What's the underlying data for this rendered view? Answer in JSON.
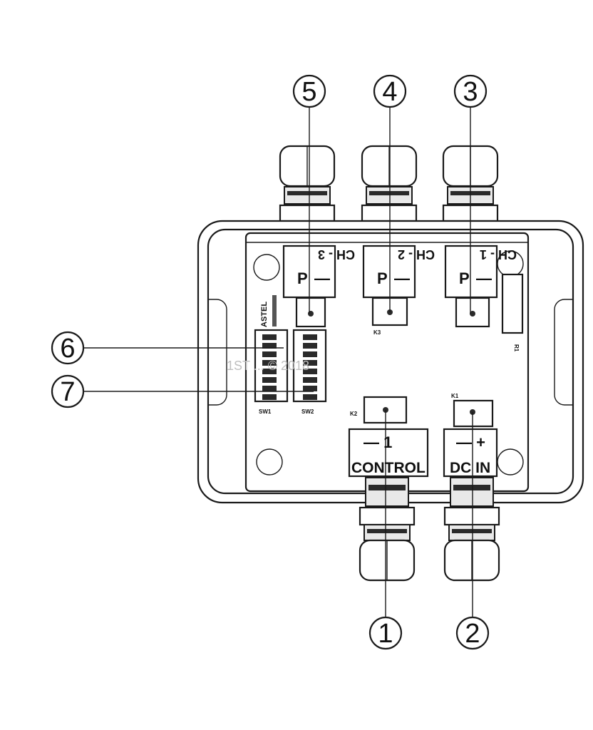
{
  "callouts": [
    "1",
    "2",
    "3",
    "4",
    "5",
    "6",
    "7"
  ],
  "channels": [
    {
      "label": "CH - 3",
      "sign": "P",
      "sign_minus": "—"
    },
    {
      "label": "CH - 2",
      "sign": "P",
      "sign_minus": "—"
    },
    {
      "label": "CH - 1",
      "sign": "P",
      "sign_minus": "—"
    }
  ],
  "terminals": {
    "control": {
      "label": "CONTROL",
      "symbol": "— 1",
      "tag": "K2"
    },
    "dc_in": {
      "label": "DC IN",
      "symbol": "— +",
      "tag": "K1"
    }
  },
  "switches": {
    "sw1": "SW1",
    "sw2": "SW2"
  },
  "brand": "ASTEL",
  "board_tags": {
    "k_mid": "K3",
    "right_part": "R1"
  },
  "watermark": "1ST ... © 2018"
}
